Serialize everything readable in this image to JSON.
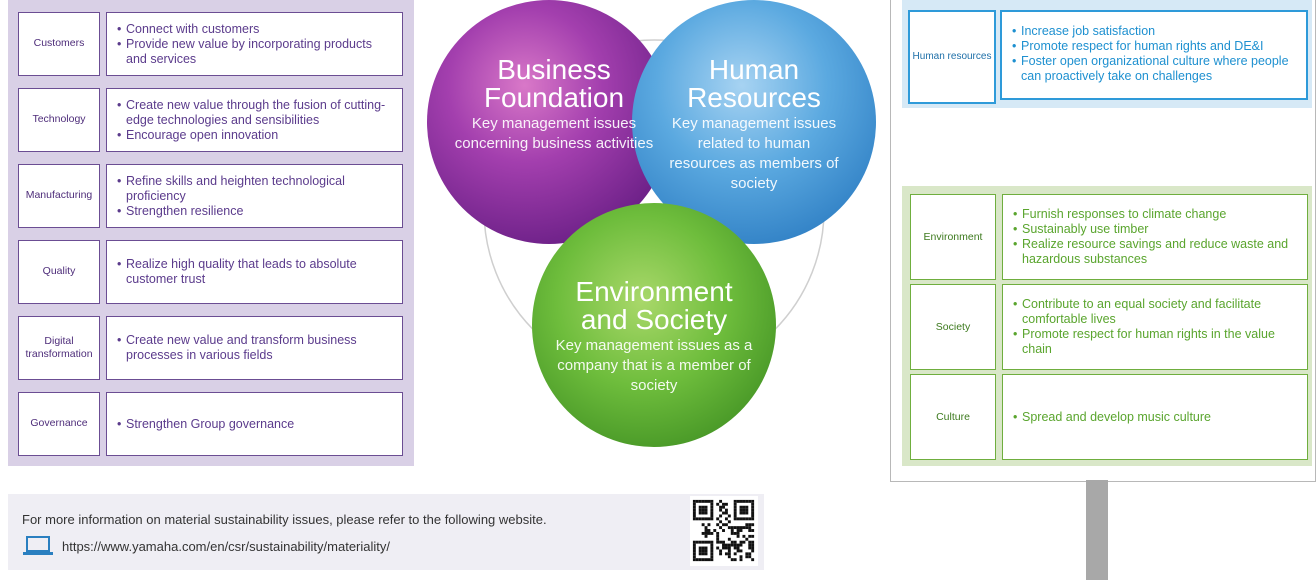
{
  "left_panel": {
    "rows": [
      {
        "category": "Customers",
        "bullets": [
          "Connect with customers",
          "Provide new value by incorporating products and services"
        ]
      },
      {
        "category": "Technology",
        "bullets": [
          "Create new value through the fusion of cutting-edge technologies and sensibilities",
          "Encourage open innovation"
        ]
      },
      {
        "category": "Manufacturing",
        "bullets": [
          "Refine skills and heighten technological proficiency",
          "Strengthen resilience"
        ]
      },
      {
        "category": "Quality",
        "bullets": [
          "Realize high quality that leads to absolute customer trust"
        ]
      },
      {
        "category": "Digital transformation",
        "bullets": [
          "Create new value and transform business processes in various fields"
        ]
      },
      {
        "category": "Governance",
        "bullets": [
          "Strengthen Group governance"
        ]
      }
    ]
  },
  "circles": {
    "business": {
      "title_1": "Business",
      "title_2": "Foundation",
      "subtitle": "Key management issues concerning business activities"
    },
    "human": {
      "title_1": "Human",
      "title_2": "Resources",
      "subtitle": "Key management issues related to human resources as members of society"
    },
    "environment": {
      "title_1": "Environment",
      "title_2": "and Society",
      "subtitle": "Key management issues as a company that is a member of society"
    }
  },
  "right_blue": {
    "category": "Human resources",
    "bullets": [
      "Increase job satisfaction",
      "Promote respect for human rights and DE&I",
      "Foster open organizational culture where people can proactively take on challenges"
    ]
  },
  "right_green": {
    "rows": [
      {
        "category": "Environment",
        "bullets": [
          "Furnish responses to climate change",
          "Sustainably use timber",
          "Realize resource savings and reduce waste and hazardous substances"
        ]
      },
      {
        "category": "Society",
        "bullets": [
          "Contribute to an equal society and facilitate comfortable lives",
          "Promote respect for human rights in the value chain"
        ]
      },
      {
        "category": "Culture",
        "bullets": [
          "Spread and develop music culture"
        ]
      }
    ]
  },
  "info": {
    "text": "For more information on material sustainability issues, please refer to the following website.",
    "url": "https://www.yamaha.com/en/csr/sustainability/materiality/",
    "icons": {
      "laptop": "laptop-icon",
      "qr": "qr-code"
    }
  },
  "colors": {
    "purple": "#5b3b8c",
    "blue": "#1e90d0",
    "green": "#5aa52e",
    "purple_bg": "#d9d0e6",
    "blue_bg": "#d6e9f6",
    "green_bg": "#d9e7c8"
  }
}
